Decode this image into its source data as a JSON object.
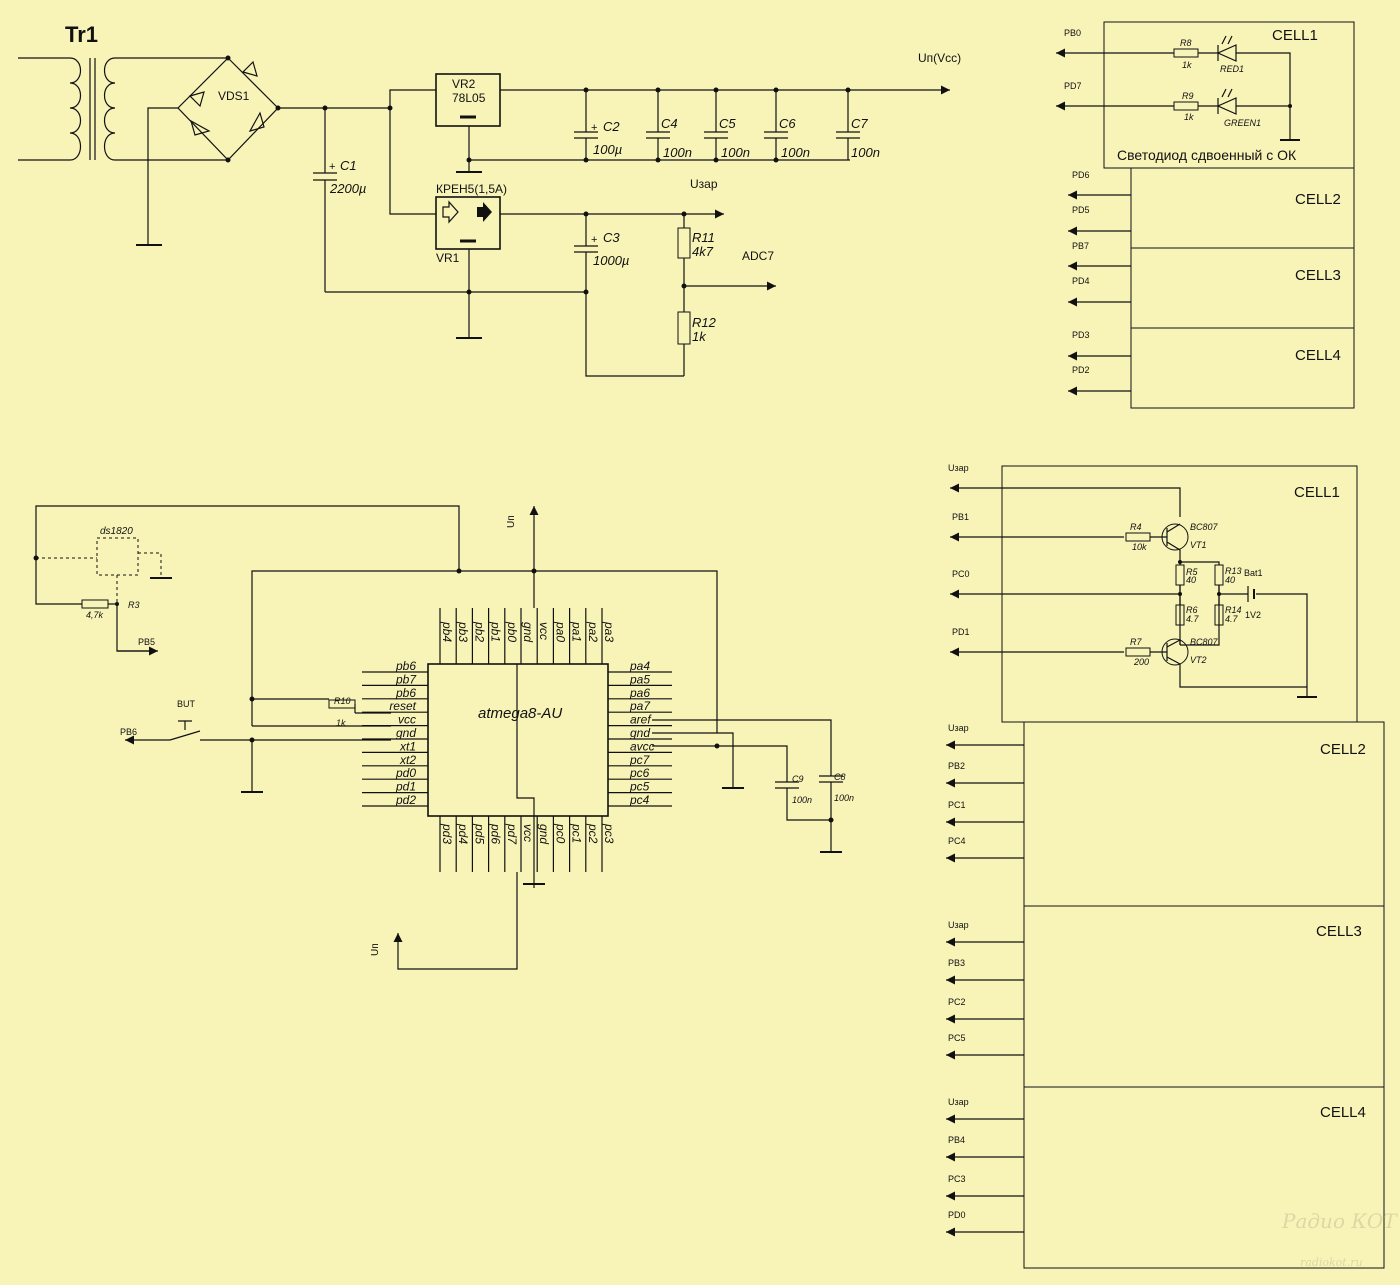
{
  "power": {
    "tr1": "Tr1",
    "vds1": "VDS1",
    "vr2_name": "VR2",
    "vr2_part": "78L05",
    "vr1_part": "КРЕН5(1,5А)",
    "vr1_name": "VR1",
    "up_vcc": "Uп(Vcc)",
    "uzar": "Uзар",
    "adc7": "ADC7",
    "c1": "C1",
    "c1_val": "2200µ",
    "c2": "C2",
    "c2_val": "100µ",
    "c3": "C3",
    "c3_val": "1000µ",
    "c4": "C4",
    "c4_val": "100n",
    "c5": "C5",
    "c5_val": "100n",
    "c6": "C6",
    "c6_val": "100n",
    "c7": "C7",
    "c7_val": "100n",
    "r11": "R11",
    "r11_val": "4k7",
    "r12": "R12",
    "r12_val": "1k"
  },
  "led": {
    "cell1": "CELL1",
    "pb0": "PB0",
    "pd7": "PD7",
    "r8": "R8",
    "r8_val": "1k",
    "r9": "R9",
    "r9_val": "1k",
    "red": "RED1",
    "green": "GREEN1",
    "caption": "Светодиод сдвоенный с ОК",
    "cell2": "CELL2",
    "cell3": "CELL3",
    "cell4": "CELL4",
    "nets": [
      "PD6",
      "PD5",
      "PB7",
      "PD4",
      "PD3",
      "PD2"
    ]
  },
  "mcu": {
    "chip": "atmega8-AU",
    "ds1820": "ds1820",
    "r3": "R3",
    "r3_val": "4,7k",
    "pb5": "PB5",
    "but": "BUT",
    "pb6": "PB6",
    "r10": "R10",
    "r10_val": "1k",
    "un": "Uп",
    "c8": "C8",
    "c8_val": "100n",
    "c9": "C9",
    "c9_val": "100n",
    "top_pins": [
      "pb4",
      "pb3",
      "pb2",
      "pb1",
      "pb0",
      "gnd",
      "vcc",
      "pa0",
      "pa1",
      "pa2",
      "pa3"
    ],
    "bottom_pins": [
      "pd3",
      "pd4",
      "pd5",
      "pd6",
      "pd7",
      "vcc",
      "gnd",
      "pc0",
      "pc1",
      "pc2",
      "pc3"
    ],
    "left_pins": [
      "pb6",
      "pb7",
      "pb6",
      "reset",
      "vcc",
      "gnd",
      "xt1",
      "xt2",
      "pd0",
      "pd1",
      "pd2"
    ],
    "right_pins": [
      "pa4",
      "pa5",
      "pa6",
      "pa7",
      "aref",
      "gnd",
      "avcc",
      "pc7",
      "pc6",
      "pc5",
      "pc4"
    ]
  },
  "charger": {
    "uzar": "Uзар",
    "pb1": "PB1",
    "pc0": "PC0",
    "pd1": "PD1",
    "cell1": "CELL1",
    "r4": "R4",
    "r4_val": "10k",
    "vt1_part": "BC807",
    "vt1": "VT1",
    "r5": "R5",
    "r5_val": "40",
    "r13": "R13",
    "r13_val": "40",
    "bat1": "Bat1",
    "bat1_val": "1V2",
    "r6": "R6",
    "r6_val": "4.7",
    "r14": "R14",
    "r14_val": "4.7",
    "r7": "R7",
    "r7_val": "200",
    "vt2_part": "BC807",
    "vt2": "VT2",
    "cells": [
      {
        "name": "CELL2",
        "nets": [
          "Uзар",
          "PB2",
          "PC1",
          "PC4"
        ]
      },
      {
        "name": "CELL3",
        "nets": [
          "Uзар",
          "PB3",
          "PC2",
          "PC5"
        ]
      },
      {
        "name": "CELL4",
        "nets": [
          "Uзар",
          "PB4",
          "PC3",
          "PD0"
        ]
      }
    ]
  },
  "watermark": {
    "main": "Радио КОТ",
    "url": "radiokot.ru"
  }
}
